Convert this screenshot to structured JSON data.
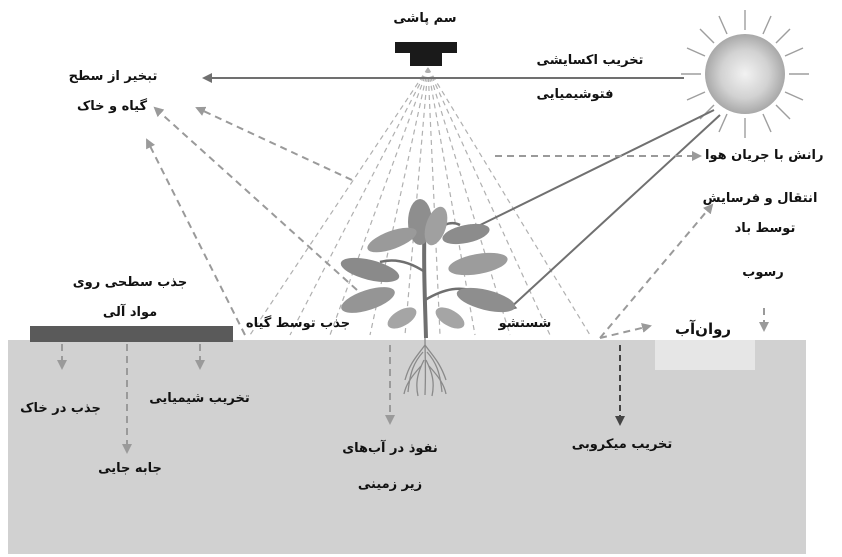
{
  "labels": {
    "spraying": "سم پاشی",
    "photo_degradation_line1": "تخریب اکسایشی",
    "photo_degradation_line2": "فتوشیمیایی",
    "evaporation_line1": "تبخیر از سطح",
    "evaporation_line2": "گیاه و خاک",
    "air_drift": "رانش با جریان هوا",
    "wind_transport_line1": "انتقال و فرسایش",
    "wind_transport_line2": "توسط باد",
    "deposition": "رسوب",
    "organic_adsorption_line1": "جذب سطحی روی",
    "organic_adsorption_line2": "مواد آلی",
    "plant_uptake": "جذب توسط گیاه",
    "washoff": "شستشو",
    "runoff": "روان‌آب",
    "soil_absorption": "جذب در خاک",
    "chemical_degradation": "تخریب شیمیایی",
    "displacement": "جابه جایی",
    "groundwater_line1": "نفوذ در آب‌های",
    "groundwater_line2": "زیر زمینی",
    "microbial_degradation": "تخریب میکروبی"
  },
  "colors": {
    "soil": "#d1d1d1",
    "arrow_solid": "#707070",
    "arrow_dashed": "#9a9a9a",
    "organic_layer": "#5a5a5a",
    "sprayer": "#1a1a1a",
    "plant_leaf": "#8a8a8a",
    "sun": "#bdbdbd"
  },
  "icons": [
    "sun-icon",
    "sprayer-icon",
    "plant-icon",
    "roots-icon"
  ]
}
